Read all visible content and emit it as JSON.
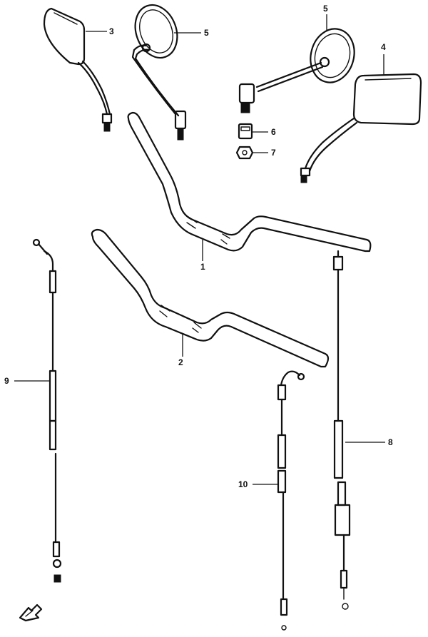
{
  "callouts": {
    "c1": "1",
    "c2": "2",
    "c3": "3",
    "c4": "4",
    "c5a": "5",
    "c5b": "5",
    "c6": "6",
    "c7": "7",
    "c8": "8",
    "c9": "9",
    "c10": "10"
  },
  "icons": {
    "front_arrow": "front-direction-arrow-icon"
  },
  "colors": {
    "line": "#111111",
    "background": "#ffffff"
  }
}
